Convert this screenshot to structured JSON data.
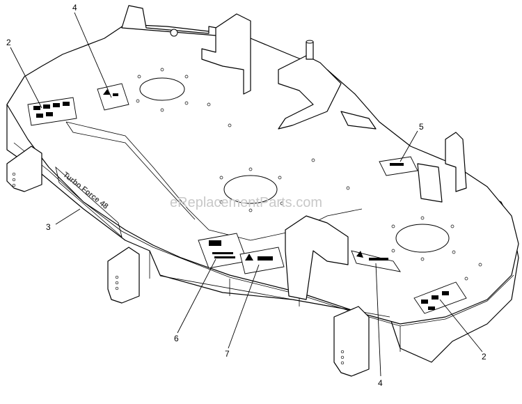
{
  "watermark": "eReplacementParts.com",
  "callouts": [
    {
      "id": "c-4-top",
      "label": "4"
    },
    {
      "id": "c-2-left",
      "label": "2"
    },
    {
      "id": "c-5",
      "label": "5"
    },
    {
      "id": "c-3",
      "label": "3"
    },
    {
      "id": "c-6",
      "label": "6"
    },
    {
      "id": "c-7",
      "label": "7"
    },
    {
      "id": "c-2-right",
      "label": "2"
    },
    {
      "id": "c-4-bottom",
      "label": "4"
    }
  ],
  "deck_branding": "Turbo Force 48"
}
